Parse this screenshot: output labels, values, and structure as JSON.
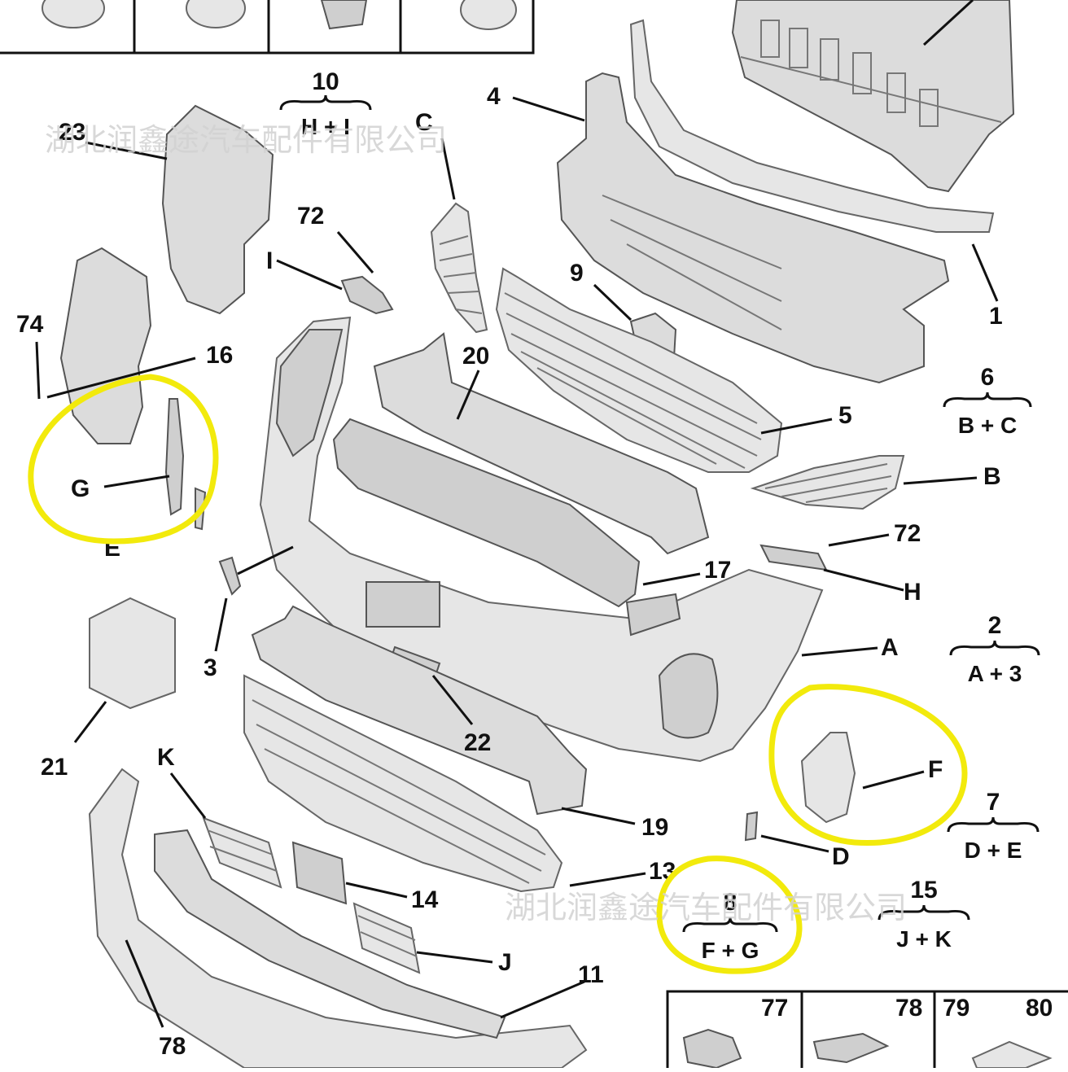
{
  "watermark": {
    "top": "湖北润鑫途汽车配件有限公司",
    "bottom": "湖北润鑫途汽车配件有限公司"
  },
  "labels": {
    "p1": "1",
    "p3": "3",
    "p4": "4",
    "p5": "5",
    "p9": "9",
    "p11": "11",
    "p13": "13",
    "p14": "14",
    "p16": "16",
    "p17": "17",
    "p19": "19",
    "p20": "20",
    "p21": "21",
    "p22": "22",
    "p23": "23",
    "p72a": "72",
    "p72b": "72",
    "p74": "74",
    "p78": "78",
    "A": "A",
    "B": "B",
    "C": "C",
    "D": "D",
    "E": "E",
    "F": "F",
    "G": "G",
    "H": "H",
    "I": "I",
    "J": "J",
    "K": "K"
  },
  "kits": [
    {
      "num": "10",
      "combo": "H + I"
    },
    {
      "num": "6",
      "combo": "B + C"
    },
    {
      "num": "2",
      "combo": "A + 3"
    },
    {
      "num": "7",
      "combo": "D + E"
    },
    {
      "num": "8",
      "combo": "F + G"
    },
    {
      "num": "15",
      "combo": "J + K"
    }
  ],
  "fastener_box": [
    "77",
    "78",
    "79",
    "80"
  ],
  "highlight_color": "#f2ea0c"
}
